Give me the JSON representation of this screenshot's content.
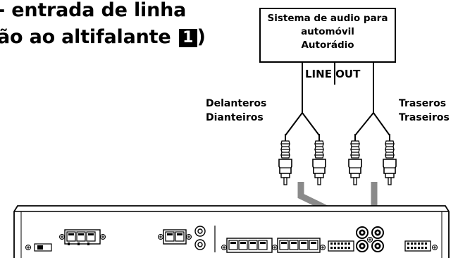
{
  "heading": {
    "line1": "- entrada de linha",
    "line2_prefix": "ão ao altifalante ",
    "badge": "1",
    "line2_suffix": ")"
  },
  "source_box": {
    "line1": "Sistema de audio para",
    "line2": "automóvil",
    "line3": "Autorádio"
  },
  "line_out_label": "LINE OUT",
  "left_label": {
    "line1": "Delanteros",
    "line2": "Dianteiros"
  },
  "right_label": {
    "line1": "Traseros",
    "line2": "Traseiros"
  }
}
